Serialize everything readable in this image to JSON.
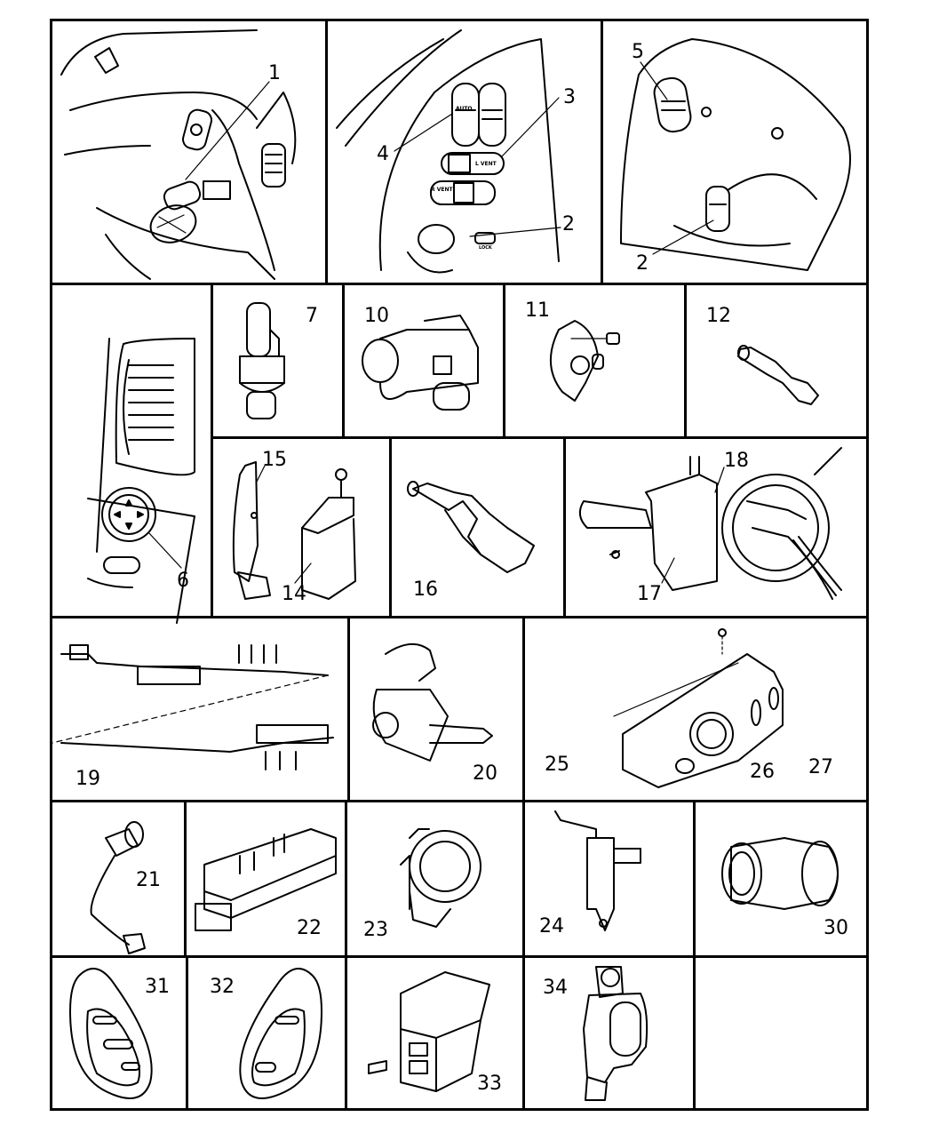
{
  "diagram": {
    "type": "parts-breakdown",
    "callouts": [
      {
        "id": "c1",
        "label": "1"
      },
      {
        "id": "c2a",
        "label": "2"
      },
      {
        "id": "c2b",
        "label": "2"
      },
      {
        "id": "c3",
        "label": "3"
      },
      {
        "id": "c4",
        "label": "4"
      },
      {
        "id": "c5",
        "label": "5"
      },
      {
        "id": "c6",
        "label": "6"
      },
      {
        "id": "c7",
        "label": "7"
      },
      {
        "id": "c10",
        "label": "10"
      },
      {
        "id": "c11",
        "label": "11"
      },
      {
        "id": "c12",
        "label": "12"
      },
      {
        "id": "c14",
        "label": "14"
      },
      {
        "id": "c15",
        "label": "15"
      },
      {
        "id": "c16",
        "label": "16"
      },
      {
        "id": "c17",
        "label": "17"
      },
      {
        "id": "c18",
        "label": "18"
      },
      {
        "id": "c19",
        "label": "19"
      },
      {
        "id": "c20",
        "label": "20"
      },
      {
        "id": "c21",
        "label": "21"
      },
      {
        "id": "c22",
        "label": "22"
      },
      {
        "id": "c23",
        "label": "23"
      },
      {
        "id": "c24",
        "label": "24"
      },
      {
        "id": "c25",
        "label": "25"
      },
      {
        "id": "c26",
        "label": "26"
      },
      {
        "id": "c27",
        "label": "27"
      },
      {
        "id": "c30",
        "label": "30"
      },
      {
        "id": "c31",
        "label": "31"
      },
      {
        "id": "c32",
        "label": "32"
      },
      {
        "id": "c33",
        "label": "33"
      },
      {
        "id": "c34",
        "label": "34"
      }
    ],
    "panel_text": {
      "auto": "AUTO",
      "l_vent": "L VENT",
      "r_vent": "R VENT",
      "lock": "LOCK"
    }
  }
}
